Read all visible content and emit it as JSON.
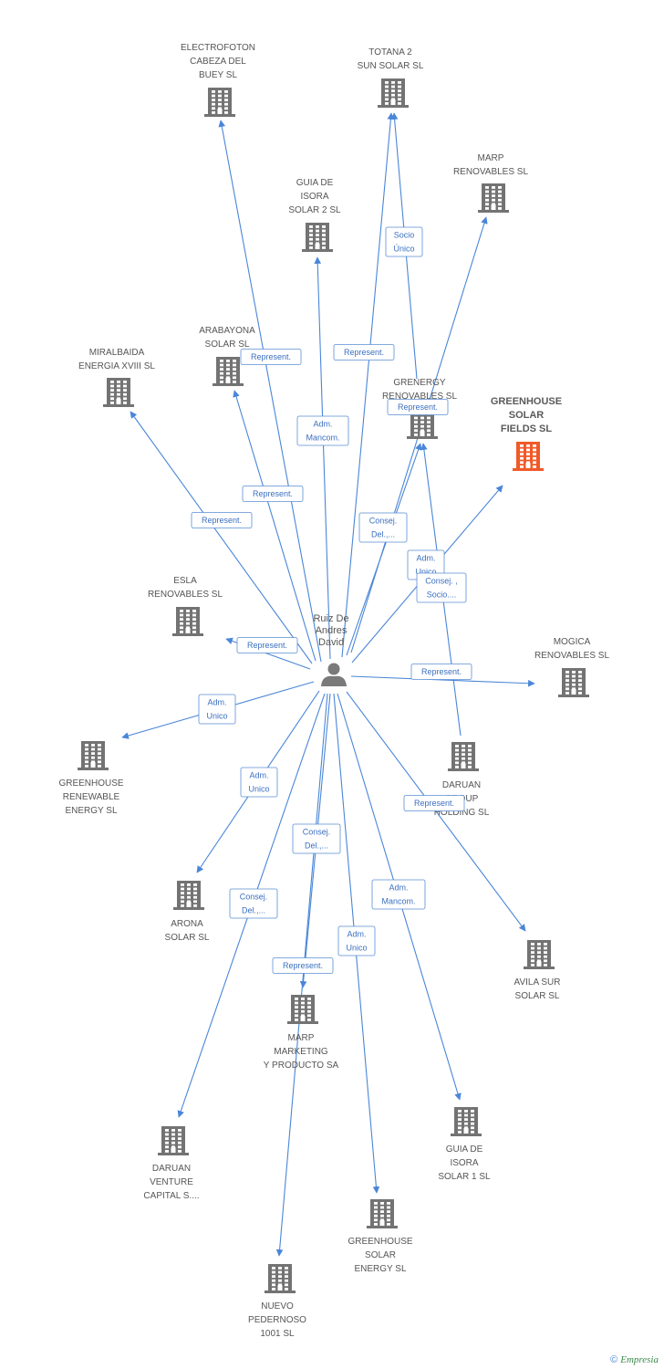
{
  "colors": {
    "edge": "#4a86d8",
    "building": "#737373",
    "building_focus": "#f05a28",
    "person": "#7a7a7a",
    "edge_text": "#3a6fc0"
  },
  "person": {
    "lines": [
      "Ruiz De",
      "Andres",
      "David"
    ],
    "icon": "person-icon"
  },
  "nodes": [
    {
      "id": "electrofoton",
      "lines": [
        "ELECTROFOTON",
        "CABEZA DEL",
        "BUEY SL"
      ],
      "icon": "building-icon"
    },
    {
      "id": "totana",
      "lines": [
        "TOTANA 2",
        "SUN SOLAR SL"
      ],
      "icon": "building-icon"
    },
    {
      "id": "marp_renovables",
      "lines": [
        "MARP",
        "RENOVABLES SL"
      ],
      "icon": "building-icon"
    },
    {
      "id": "guia2",
      "lines": [
        "GUIA DE",
        "ISORA",
        "SOLAR 2 SL"
      ],
      "icon": "building-icon"
    },
    {
      "id": "arabayona",
      "lines": [
        "ARABAYONA",
        "SOLAR SL"
      ],
      "icon": "building-icon"
    },
    {
      "id": "miralbaida",
      "lines": [
        "MIRALBAIDA",
        "ENERGIA XVIII SL"
      ],
      "icon": "building-icon"
    },
    {
      "id": "grenergy",
      "lines": [
        "GRENERGY",
        "RENOVABLES SL"
      ],
      "icon": "building-icon"
    },
    {
      "id": "greenhouse_solar_fields",
      "lines": [
        "GREENHOUSE",
        "SOLAR",
        "FIELDS SL"
      ],
      "icon": "building-icon",
      "focus": true
    },
    {
      "id": "esla",
      "lines": [
        "ESLA",
        "RENOVABLES SL"
      ],
      "icon": "building-icon"
    },
    {
      "id": "mogica",
      "lines": [
        "MOGICA",
        "RENOVABLES SL"
      ],
      "icon": "building-icon"
    },
    {
      "id": "greenhouse_renewable",
      "lines": [
        "GREENHOUSE",
        "RENEWABLE",
        "ENERGY SL"
      ],
      "icon": "building-icon"
    },
    {
      "id": "daruan_group",
      "lines": [
        "DARUAN",
        "GROUP",
        "HOLDING SL"
      ],
      "icon": "building-icon"
    },
    {
      "id": "arona",
      "lines": [
        "ARONA",
        "SOLAR SL"
      ],
      "icon": "building-icon"
    },
    {
      "id": "avila",
      "lines": [
        "AVILA SUR",
        "SOLAR SL"
      ],
      "icon": "building-icon"
    },
    {
      "id": "marp_marketing",
      "lines": [
        "MARP",
        "MARKETING",
        "Y PRODUCTO SA"
      ],
      "icon": "building-icon"
    },
    {
      "id": "guia1",
      "lines": [
        "GUIA DE",
        "ISORA",
        "SOLAR 1 SL"
      ],
      "icon": "building-icon"
    },
    {
      "id": "daruan_venture",
      "lines": [
        "DARUAN",
        "VENTURE",
        "CAPITAL S...."
      ],
      "icon": "building-icon"
    },
    {
      "id": "greenhouse_solar_energy",
      "lines": [
        "GREENHOUSE",
        "SOLAR",
        "ENERGY SL"
      ],
      "icon": "building-icon"
    },
    {
      "id": "nuevo",
      "lines": [
        "NUEVO",
        "PEDERNOSO",
        "1001 SL"
      ],
      "icon": "building-icon"
    }
  ],
  "edges": [
    {
      "to": "electrofoton",
      "label": [
        "Represent."
      ]
    },
    {
      "to": "totana",
      "label": [
        "Represent."
      ]
    },
    {
      "to": "marp_renovables",
      "label": [
        "Consej.",
        "Del.,..."
      ]
    },
    {
      "to": "guia2",
      "label": [
        "Adm.",
        "Mancom."
      ]
    },
    {
      "to": "arabayona",
      "label": [
        "Represent."
      ]
    },
    {
      "to": "miralbaida",
      "label": [
        "Represent."
      ]
    },
    {
      "to": "grenergy",
      "label": [
        "Adm.",
        "Unico"
      ]
    },
    {
      "to": "greenhouse_solar_fields",
      "label": [
        "Consej. ,",
        "Socio...."
      ]
    },
    {
      "to": "esla",
      "label": [
        "Represent."
      ]
    },
    {
      "to": "mogica",
      "label": [
        "Represent."
      ]
    },
    {
      "to": "greenhouse_renewable",
      "label": [
        "Adm.",
        "Unico"
      ]
    },
    {
      "to": "arona",
      "label": [
        "Adm.",
        "Unico"
      ]
    },
    {
      "to": "avila",
      "label": [
        "Represent."
      ]
    },
    {
      "to": "marp_marketing",
      "label": [
        "Consej.",
        "Del.,..."
      ]
    },
    {
      "to": "guia1",
      "label": [
        "Adm.",
        "Mancom."
      ]
    },
    {
      "to": "daruan_venture",
      "label": [
        "Consej.",
        "Del.,..."
      ]
    },
    {
      "to": "greenhouse_solar_energy",
      "label": [
        "Adm.",
        "Unico"
      ]
    },
    {
      "to": "nuevo",
      "label": [
        "Represent."
      ]
    },
    {
      "from": "daruan_group",
      "to": "totana",
      "label": [
        "Socio",
        "Único"
      ]
    },
    {
      "from": "daruan_group",
      "to": "grenergy",
      "label": [
        "Represent."
      ]
    }
  ],
  "footer": {
    "symbol": "©",
    "brand": "Empresia"
  }
}
